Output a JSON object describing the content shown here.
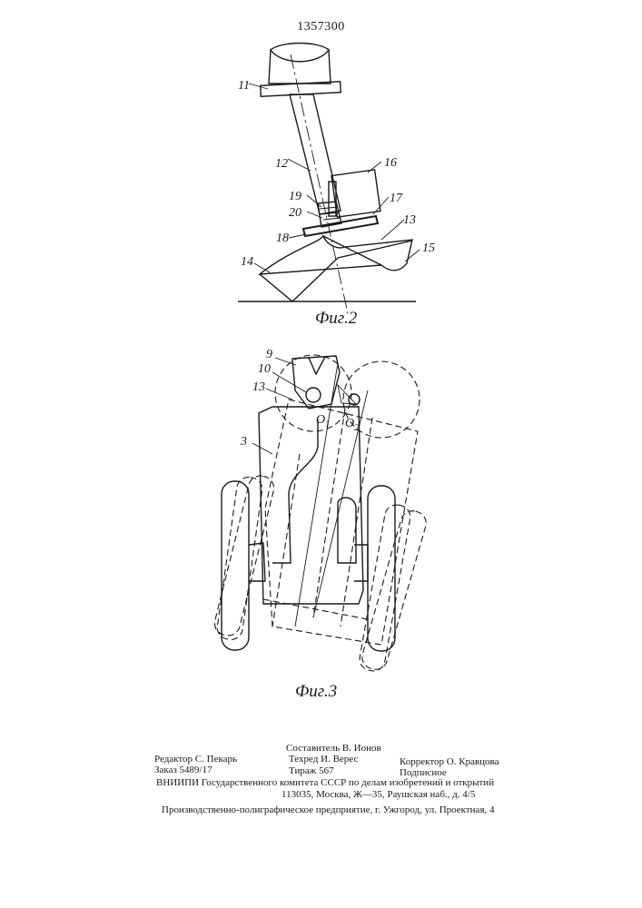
{
  "header": {
    "patent_number": "1357300"
  },
  "figures": {
    "fig2": {
      "caption": "Фиг.2",
      "labels": [
        "11",
        "12",
        "16",
        "17",
        "19",
        "20",
        "13",
        "18",
        "15",
        "14"
      ]
    },
    "fig3": {
      "caption": "Фиг.3",
      "labels": [
        "9",
        "10",
        "13",
        "3"
      ],
      "point_o1": "O",
      "point_o1_sub": "1",
      "point_o2": "O",
      "point_o2_sub": "2"
    }
  },
  "footer": {
    "compiler": "Составитель В. Ионов",
    "editor": "Редактор С. Пекарь",
    "techred": "Техред И. Верес",
    "corrector": "Корректор О. Кравцова",
    "order": "Заказ 5489/17",
    "circulation": "Тираж 567",
    "subscription": "Подписное",
    "vniipi": "ВНИИПИ Государственного комитета СССР по делам изобретений и открытий",
    "address": "113035, Москва, Ж—35, Раушская наб., д. 4/5",
    "printer": "Производственно-полиграфическое предприятие, г. Ужгород, ул. Проектная, 4"
  }
}
